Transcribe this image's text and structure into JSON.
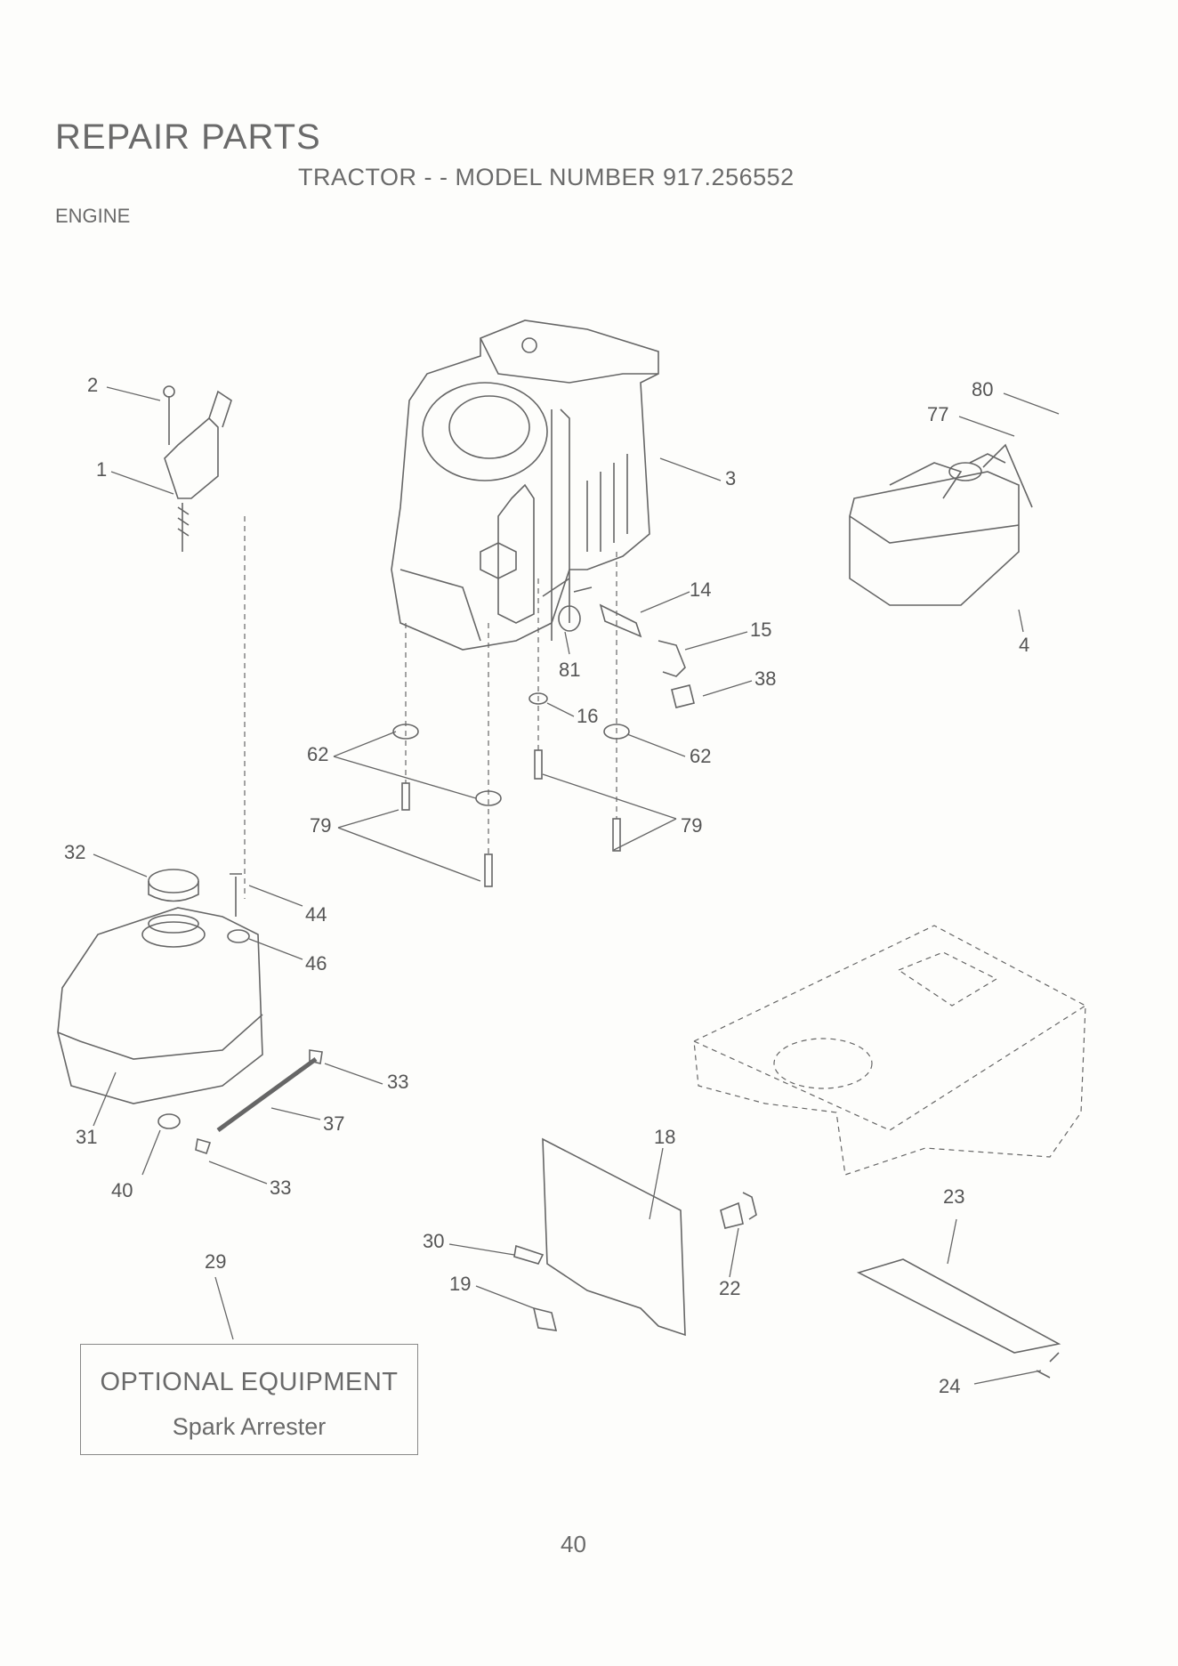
{
  "header": {
    "title": "REPAIR PARTS",
    "model": "TRACTOR - - MODEL NUMBER 917.256552",
    "section": "ENGINE"
  },
  "callouts": [
    "2",
    "1",
    "3",
    "80",
    "77",
    "4",
    "14",
    "15",
    "81",
    "38",
    "16",
    "62",
    "62",
    "79",
    "79",
    "32",
    "44",
    "46",
    "33",
    "37",
    "31",
    "40",
    "33",
    "18",
    "23",
    "30",
    "19",
    "22",
    "29",
    "24"
  ],
  "optional": {
    "title": "OPTIONAL EQUIPMENT",
    "item": "Spark Arrester"
  },
  "footer": {
    "page_number": "40"
  }
}
